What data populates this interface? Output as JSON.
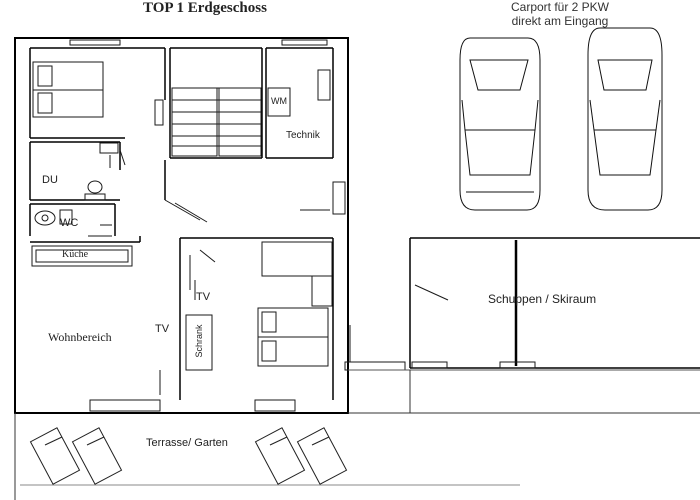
{
  "plan": {
    "title": "TOP 1 Erdgeschoss",
    "carport_line1": "Carport für 2 PKW",
    "carport_line2": "direkt am Eingang"
  },
  "rooms": {
    "du": "DU",
    "wc": "WC",
    "kueche": "Küche",
    "wohnbereich": "Wohnbereich",
    "wm": "WM",
    "technik": "Technik",
    "tv_bedroom": "TV",
    "tv_living": "TV",
    "schrank": "Schrank",
    "schuppen": "Schuppen / Skiraum",
    "terrasse": "Terrasse/ Garten"
  },
  "colors": {
    "line": "#1a1a1a",
    "wall": "#000000"
  },
  "icons": [
    "car-icon",
    "sunlounger-icon",
    "bed-icon",
    "toilet-icon",
    "door-icon",
    "window-icon",
    "stairs-icon"
  ]
}
